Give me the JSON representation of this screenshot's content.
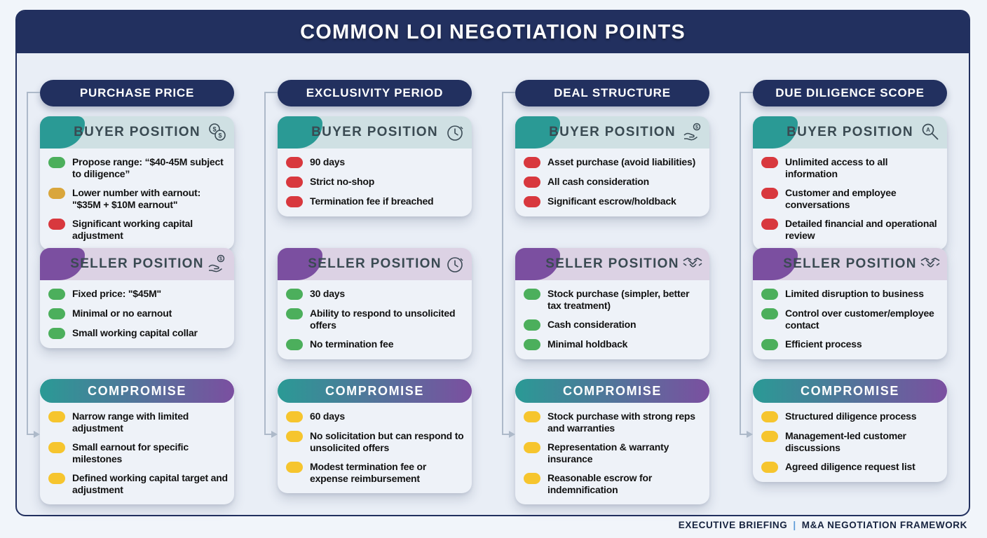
{
  "title": "COMMON LOI NEGOTIATION POINTS",
  "footer": {
    "left": "EXECUTIVE BRIEFING",
    "separator": "|",
    "right": "M&A NEGOTIATION FRAMEWORK"
  },
  "colors": {
    "navy": "#22305f",
    "teal": "#2a9a95",
    "purple": "#7b4fa0",
    "buyer_header_bg": "#cfe0e3",
    "seller_header_bg": "#dcd2e4",
    "bullet_green": "#4caf5c",
    "bullet_amber": "#d9a63c",
    "bullet_red": "#d8383e",
    "bullet_yellow": "#f6c52e"
  },
  "columns": [
    {
      "header": "PURCHASE PRICE",
      "cards": [
        {
          "type": "buyer",
          "title": "BUYER POSITION",
          "icon": "dollar-coins",
          "items": [
            {
              "bullet": "green",
              "text": "Propose range: “$40-45M subject to diligence”"
            },
            {
              "bullet": "amber",
              "text": "Lower number with earnout: \"$35M + $10M earnout\""
            },
            {
              "bullet": "red",
              "text": "Significant working capital adjustment"
            }
          ]
        },
        {
          "type": "seller",
          "title": "SELLER POSITION",
          "icon": "hand-coin",
          "items": [
            {
              "bullet": "green",
              "text": "Fixed price: \"$45M\""
            },
            {
              "bullet": "green",
              "text": "Minimal or no earnout"
            },
            {
              "bullet": "green",
              "text": "Small working capital collar"
            }
          ]
        },
        {
          "type": "comp",
          "title": "COMPROMISE",
          "icon": null,
          "items": [
            {
              "bullet": "yellow",
              "text": "Narrow range with limited adjustment"
            },
            {
              "bullet": "yellow",
              "text": "Small earnout for specific milestones"
            },
            {
              "bullet": "yellow",
              "text": "Defined working capital target and adjustment"
            }
          ]
        }
      ]
    },
    {
      "header": "EXCLUSIVITY PERIOD",
      "cards": [
        {
          "type": "buyer",
          "title": "BUYER POSITION",
          "icon": "clock",
          "items": [
            {
              "bullet": "red",
              "text": "90 days"
            },
            {
              "bullet": "red",
              "text": "Strict no-shop"
            },
            {
              "bullet": "red",
              "text": "Termination fee if breached"
            }
          ]
        },
        {
          "type": "seller",
          "title": "SELLER POSITION",
          "icon": "clock",
          "items": [
            {
              "bullet": "green",
              "text": "30 days"
            },
            {
              "bullet": "green",
              "text": "Ability to respond to unsolicited offers"
            },
            {
              "bullet": "green",
              "text": "No termination fee"
            }
          ]
        },
        {
          "type": "comp",
          "title": "COMPROMISE",
          "icon": null,
          "items": [
            {
              "bullet": "yellow",
              "text": "60 days"
            },
            {
              "bullet": "yellow",
              "text": "No solicitation but can respond to unsolicited offers"
            },
            {
              "bullet": "yellow",
              "text": "Modest termination fee or expense reimbursement"
            }
          ]
        }
      ]
    },
    {
      "header": "DEAL STRUCTURE",
      "cards": [
        {
          "type": "buyer",
          "title": "BUYER POSITION",
          "icon": "hand-dollar",
          "items": [
            {
              "bullet": "red",
              "text": "Asset purchase (avoid liabilities)"
            },
            {
              "bullet": "red",
              "text": "All cash consideration"
            },
            {
              "bullet": "red",
              "text": "Significant escrow/holdback"
            }
          ]
        },
        {
          "type": "seller",
          "title": "SELLER POSITION",
          "icon": "handshake",
          "items": [
            {
              "bullet": "green",
              "text": "Stock purchase (simpler, better tax treatment)"
            },
            {
              "bullet": "green",
              "text": "Cash consideration"
            },
            {
              "bullet": "green",
              "text": "Minimal holdback"
            }
          ]
        },
        {
          "type": "comp",
          "title": "COMPROMISE",
          "icon": null,
          "items": [
            {
              "bullet": "yellow",
              "text": "Stock purchase with strong reps and warranties"
            },
            {
              "bullet": "yellow",
              "text": "Representation & warranty insurance"
            },
            {
              "bullet": "yellow",
              "text": "Reasonable escrow for indemnification"
            }
          ]
        }
      ]
    },
    {
      "header": "DUE DILIGENCE SCOPE",
      "cards": [
        {
          "type": "buyer",
          "title": "BUYER POSITION",
          "icon": "magnifier",
          "items": [
            {
              "bullet": "red",
              "text": "Unlimited access to all information"
            },
            {
              "bullet": "red",
              "text": "Customer and employee conversations"
            },
            {
              "bullet": "red",
              "text": "Detailed financial and operational review"
            }
          ]
        },
        {
          "type": "seller",
          "title": "SELLER POSITION",
          "icon": "handshake",
          "items": [
            {
              "bullet": "green",
              "text": "Limited disruption to business"
            },
            {
              "bullet": "green",
              "text": "Control over customer/employee contact"
            },
            {
              "bullet": "green",
              "text": "Efficient process"
            }
          ]
        },
        {
          "type": "comp",
          "title": "COMPROMISE",
          "icon": null,
          "items": [
            {
              "bullet": "yellow",
              "text": "Structured diligence process"
            },
            {
              "bullet": "yellow",
              "text": "Management-led customer discussions"
            },
            {
              "bullet": "yellow",
              "text": "Agreed diligence request list"
            }
          ]
        }
      ]
    }
  ]
}
